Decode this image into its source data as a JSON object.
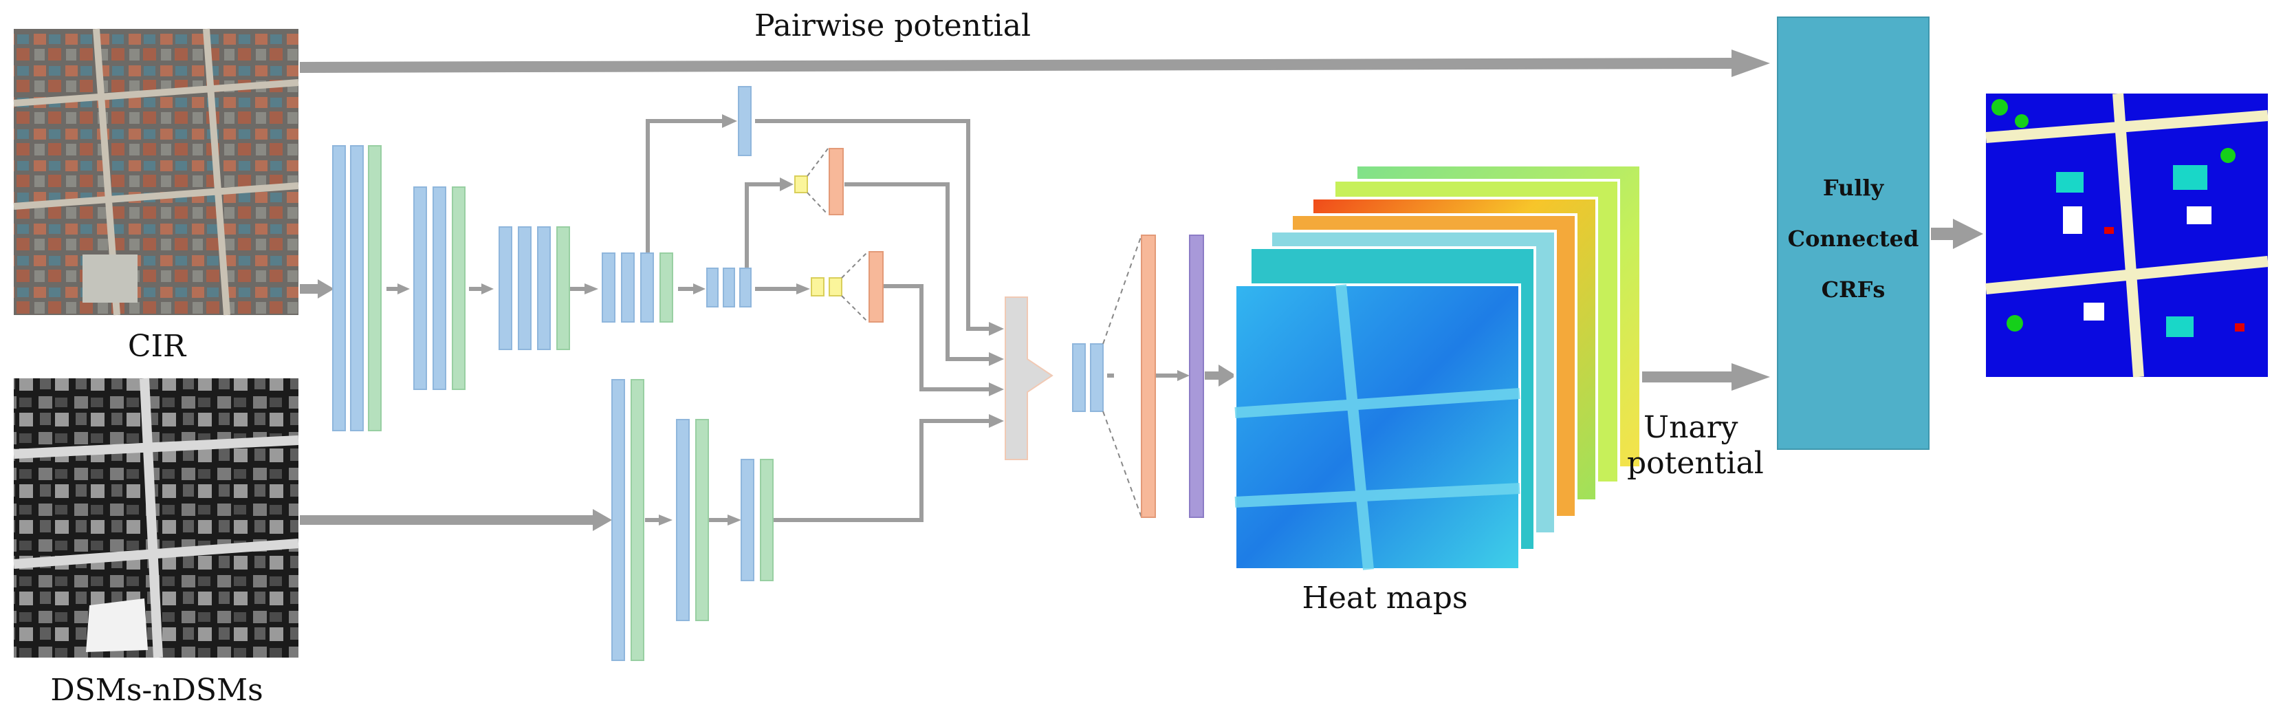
{
  "labels": {
    "pairwise": "Pairwise potential",
    "cir": "CIR",
    "dsm": "DSMs-nDSMs",
    "heatmaps": "Heat maps",
    "unary_line1": "Unary",
    "unary_line2": "potential"
  },
  "crf": {
    "line1": "Fully",
    "line2": "Connected",
    "line3": "CRFs"
  },
  "colors": {
    "conv_blue": "#a9cbea",
    "bn_green": "#b5e0bd",
    "upsample_orange": "#f7b899",
    "yellow": "#fbf59b",
    "purple": "#a899d9",
    "crf_teal": "#4fb0c9",
    "arrow_gray": "#9d9d9d"
  }
}
